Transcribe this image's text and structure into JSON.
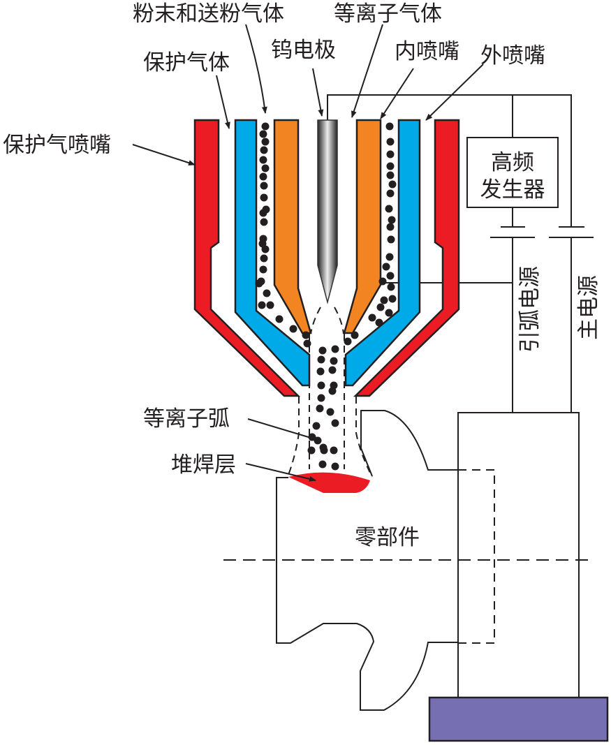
{
  "labels": {
    "powder_gas": "粉末和送粉气体",
    "plasma_gas": "等离子气体",
    "shield_gas": "保护气体",
    "tungsten_electrode": "钨电极",
    "inner_nozzle": "内喷嘴",
    "outer_nozzle": "外喷嘴",
    "shield_nozzle": "保护气喷嘴",
    "hf_generator_line1": "高频",
    "hf_generator_line2": "发生器",
    "pilot_power": "引弧电源",
    "main_power": "主电源",
    "plasma_arc": "等离子弧",
    "cladding_layer": "堆焊层",
    "workpiece": "零部件"
  },
  "colors": {
    "shield_nozzle": "#ec1c24",
    "outer_nozzle": "#00a9e8",
    "inner_nozzle": "#f28522",
    "cladding_layer": "#ec1c24",
    "base": "#7670b2",
    "line": "#231f20"
  }
}
